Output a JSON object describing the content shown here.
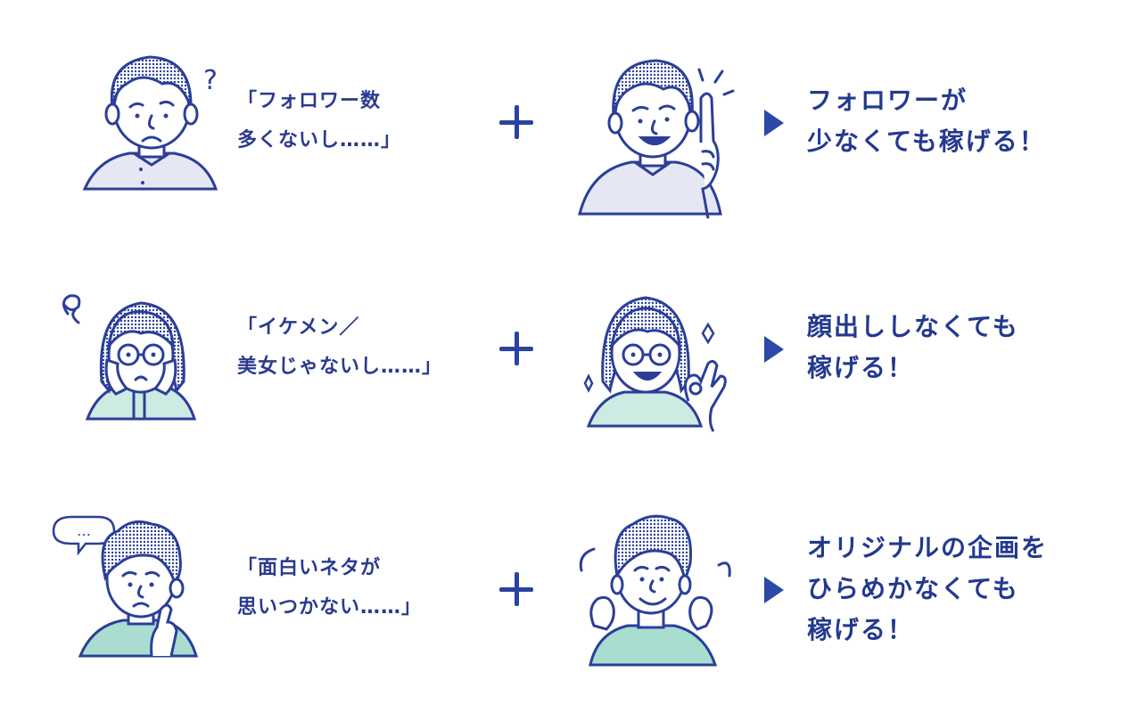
{
  "rows": [
    {
      "quote": [
        "「フォロワー数",
        "多くないし……」"
      ],
      "result": [
        "フォロワーが",
        "少なくても稼げる！"
      ],
      "shirt_color": "#e6e7f4"
    },
    {
      "quote": [
        "「イケメン／",
        "美女じゃないし……」"
      ],
      "result": [
        "顔出ししなくても",
        "稼げる！"
      ],
      "shirt_color": "#cdeae3"
    },
    {
      "quote": [
        "「面白いネタが",
        "思いつかない……」"
      ],
      "result": [
        "オリジナルの企画を",
        "ひらめかなくても",
        "稼げる！"
      ],
      "shirt_color": "#a9ddd0"
    }
  ],
  "thought_bubble": "…",
  "colors": {
    "ink": "#2b3f98",
    "text": "#23398f",
    "accent": "#2b4aa8"
  }
}
